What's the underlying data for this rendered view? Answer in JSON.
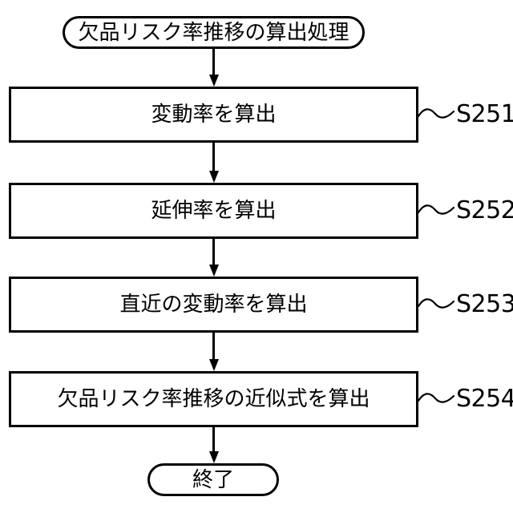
{
  "flowchart": {
    "start_label": "欠品リスク率推移の算出処理",
    "end_label": "終了",
    "steps": [
      {
        "id": "S251",
        "label": "変動率を算出"
      },
      {
        "id": "S252",
        "label": "延伸率を算出"
      },
      {
        "id": "S253",
        "label": "直近の変動率を算出"
      },
      {
        "id": "S254",
        "label": "欠品リスク率推移の近似式を算出"
      }
    ],
    "colors": {
      "stroke": "#000000",
      "background": "#ffffff"
    }
  }
}
